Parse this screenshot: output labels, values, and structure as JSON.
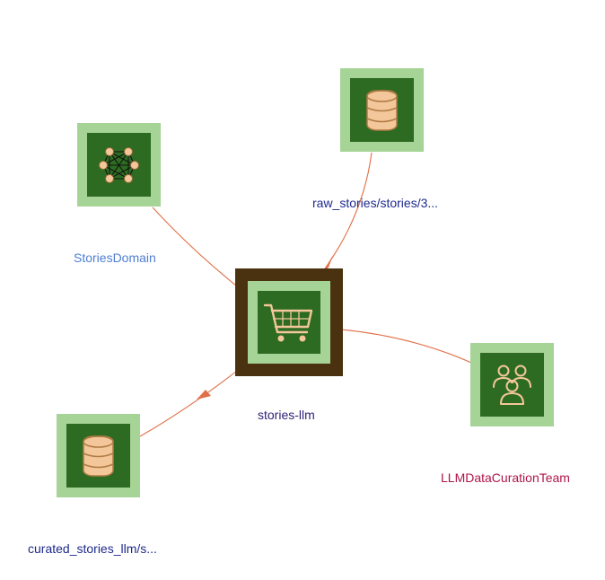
{
  "graph": {
    "nodes": {
      "domain": {
        "label": "StoriesDomain",
        "icon": "network-icon"
      },
      "raw_dataset": {
        "label": "raw_stories/stories/3...",
        "icon": "database-icon"
      },
      "data_product": {
        "label": "stories-llm",
        "icon": "shopping-cart-icon"
      },
      "team": {
        "label": "LLMDataCurationTeam",
        "icon": "users-group-icon"
      },
      "curated_dataset": {
        "label": "curated_stories_llm/s...",
        "icon": "database-icon"
      }
    }
  },
  "colors": {
    "edge": "#e07048",
    "node_outer": "#a6d396",
    "node_inner": "#2d6b22",
    "product_frame": "#4a3210",
    "icon_fill": "#f3c79a",
    "icon_stroke": "#b07a44",
    "label_dataset": "#1e2a8c",
    "label_domain": "#4e7ed4",
    "label_product": "#2e2379",
    "label_team": "#b0154a"
  }
}
